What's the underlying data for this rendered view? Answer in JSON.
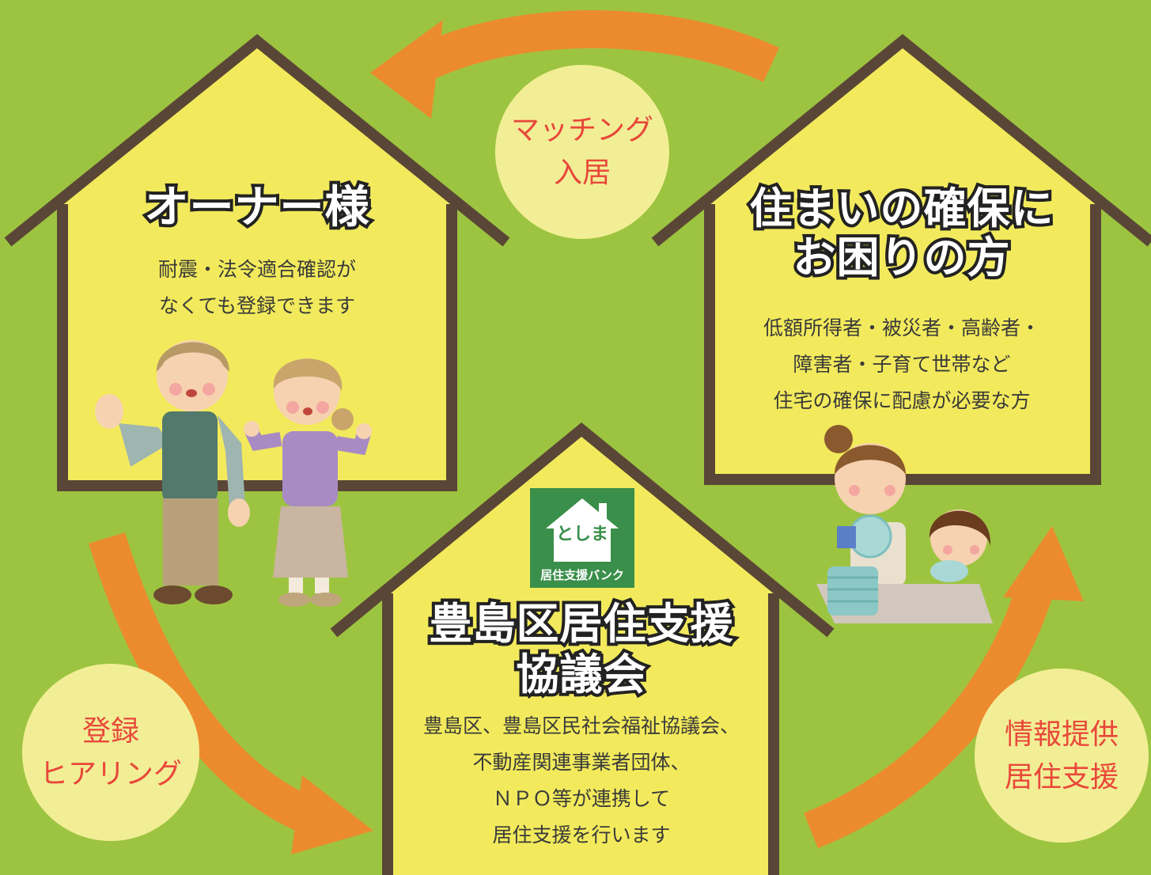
{
  "colors": {
    "background": "#9dc440",
    "house_fill": "#f2ea5c",
    "house_outline": "#5a4636",
    "arrow": "#ec8b2e",
    "circle": "#f2ee96",
    "circle_text": "#e8483a",
    "logo_green": "#3a8f4a"
  },
  "owner": {
    "title": "オーナー様",
    "lines": [
      "耐震・法令適合確認が",
      "なくても登録できます"
    ]
  },
  "seeker": {
    "title_lines": [
      "住まいの確保に",
      "お困りの方"
    ],
    "lines": [
      "低額所得者・被災者・高齢者・",
      "障害者・子育て世帯など",
      "住宅の確保に配慮が必要な方"
    ]
  },
  "council": {
    "title_lines": [
      "豊島区居住支援",
      "協議会"
    ],
    "lines": [
      "豊島区、豊島区民社会福祉協議会、",
      "不動産関連事業者団体、",
      "ＮＰＯ等が連携して",
      "居住支援を行います"
    ]
  },
  "logo": {
    "name": "としま",
    "caption": "居住支援バンク"
  },
  "circles": {
    "matching": [
      "マッチング",
      "入居"
    ],
    "registration": [
      "登録",
      "ヒアリング"
    ],
    "info": [
      "情報提供",
      "居住支援"
    ]
  }
}
